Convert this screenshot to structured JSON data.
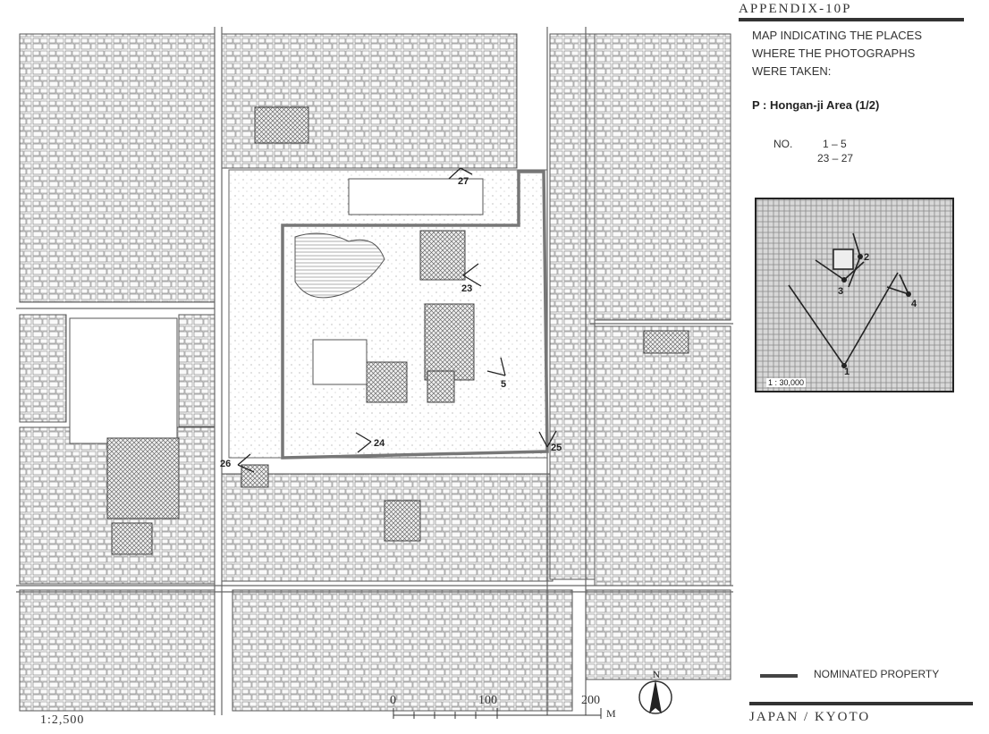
{
  "header": {
    "appendix": "APPENDIX-10P"
  },
  "panel": {
    "intro": "MAP INDICATING THE PLACES\nWHERE THE PHOTOGRAPHS\nWERE TAKEN:",
    "area_title": "P : Hongan-ji  Area  (1/2)",
    "no_label": "NO.",
    "no_range_1": "1 –  5",
    "no_range_2": "23 – 27"
  },
  "inset": {
    "scale": "1 : 30,000",
    "points": [
      "1",
      "2",
      "3",
      "4"
    ]
  },
  "map": {
    "scale": "1:2,500",
    "scalebar": {
      "t0": "0",
      "t1": "100",
      "t2": "200",
      "unit": "M"
    },
    "north": "N",
    "points": [
      "5",
      "23",
      "24",
      "25",
      "26",
      "27"
    ]
  },
  "legend": {
    "label": "NOMINATED PROPERTY"
  },
  "footer": {
    "location": "JAPAN / KYOTO"
  }
}
